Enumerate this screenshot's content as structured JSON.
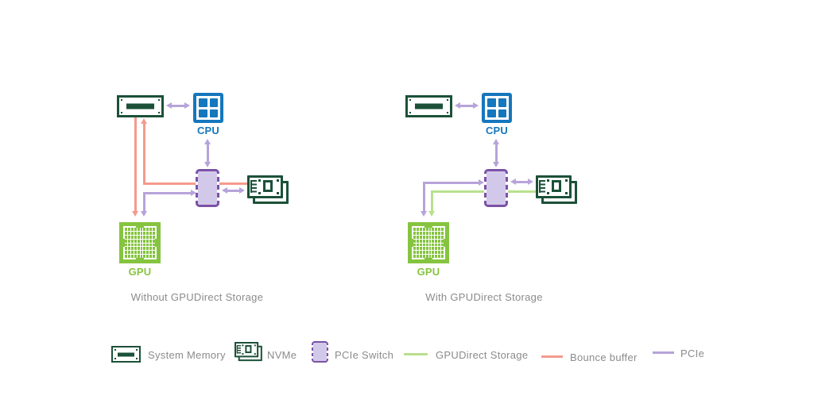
{
  "diagrams": [
    {
      "caption": "Without GPUDirect Storage",
      "cpu_label": "CPU",
      "gpu_label": "GPU",
      "connections": [
        {
          "from": "system-memory",
          "to": "cpu",
          "type": "pcie",
          "bidirectional": true
        },
        {
          "from": "cpu",
          "to": "pcie-switch",
          "type": "pcie",
          "bidirectional": true
        },
        {
          "from": "pcie-switch",
          "to": "nvme",
          "type": "pcie",
          "bidirectional": true
        },
        {
          "from": "nvme",
          "to": "system-memory",
          "type": "bounce-buffer",
          "bidirectional": false
        },
        {
          "from": "system-memory",
          "to": "gpu",
          "type": "bounce-buffer",
          "bidirectional": false
        },
        {
          "from": "gpu",
          "to": "pcie-switch",
          "type": "pcie",
          "bidirectional": true
        }
      ]
    },
    {
      "caption": "With GPUDirect Storage",
      "cpu_label": "CPU",
      "gpu_label": "GPU",
      "connections": [
        {
          "from": "system-memory",
          "to": "cpu",
          "type": "pcie",
          "bidirectional": true
        },
        {
          "from": "cpu",
          "to": "pcie-switch",
          "type": "pcie",
          "bidirectional": true
        },
        {
          "from": "pcie-switch",
          "to": "nvme",
          "type": "pcie",
          "bidirectional": true
        },
        {
          "from": "gpu",
          "to": "pcie-switch",
          "type": "pcie",
          "bidirectional": true
        },
        {
          "from": "nvme",
          "to": "gpu",
          "type": "gpudirect-storage",
          "bidirectional": false
        }
      ]
    }
  ],
  "legend": {
    "items": [
      {
        "label": "System Memory",
        "swatch": "system-memory-icon"
      },
      {
        "label": "NVMe",
        "swatch": "nvme-icon"
      },
      {
        "label": "PCIe Switch",
        "swatch": "pcie-switch-icon"
      },
      {
        "label": "GPUDirect Storage",
        "swatch": "green-line"
      },
      {
        "label": "Bounce buffer",
        "swatch": "salmon-line"
      },
      {
        "label": "PCIe",
        "swatch": "purple-line"
      }
    ]
  },
  "icons": {
    "system_memory_icon": "css-shape outlined memory module with center bar",
    "cpu_icon": "css-shape blue socket with 2x2 squares",
    "nvme_icon": "css-shape stacked add-in cards",
    "pcie_switch_icon": "css-shape notched purple chip",
    "gpu_icon": "css-shape green chip with dot grid"
  },
  "colors": {
    "dark_green": "#1b5138",
    "blue": "#1577bd",
    "gpu_green": "#86c440",
    "gpudirect_line_green": "#b9e08e",
    "bounce_buffer_salmon": "#f59a8d",
    "pcie_purple": "#b7a3da",
    "switch_fill": "#d2c9ea",
    "switch_border": "#7b52a5",
    "label_gray": "#8b8b8b"
  }
}
